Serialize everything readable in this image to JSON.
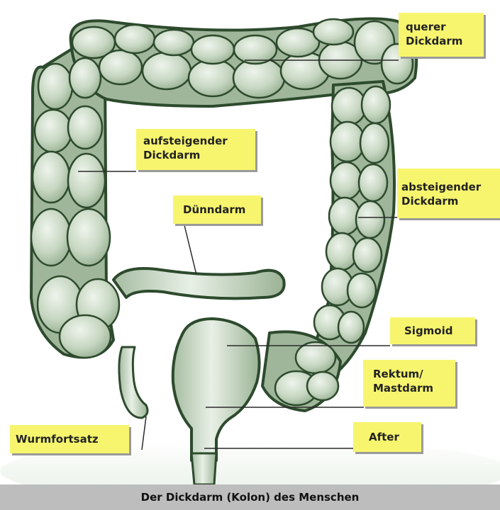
{
  "labels": {
    "querer": "querer\nDickdarm",
    "aufsteigender": "aufsteigender\nDickdarm",
    "absteigender": "absteigender\nDickdarm",
    "duenndarm": "Dünndarm",
    "sigmoid": "Sigmoid",
    "rektum": "Rektum/\nMastdarm",
    "after": "After",
    "wurmfortsatz": "Wurmfortsatz"
  },
  "caption": "Der Dickdarm (Kolon) des Menschen",
  "colors": {
    "label_bg": "#f7f56e",
    "organ_fill": "#c8d8c3",
    "organ_outline": "#2d4a2d",
    "caption_bg": "#bdbdbd"
  }
}
